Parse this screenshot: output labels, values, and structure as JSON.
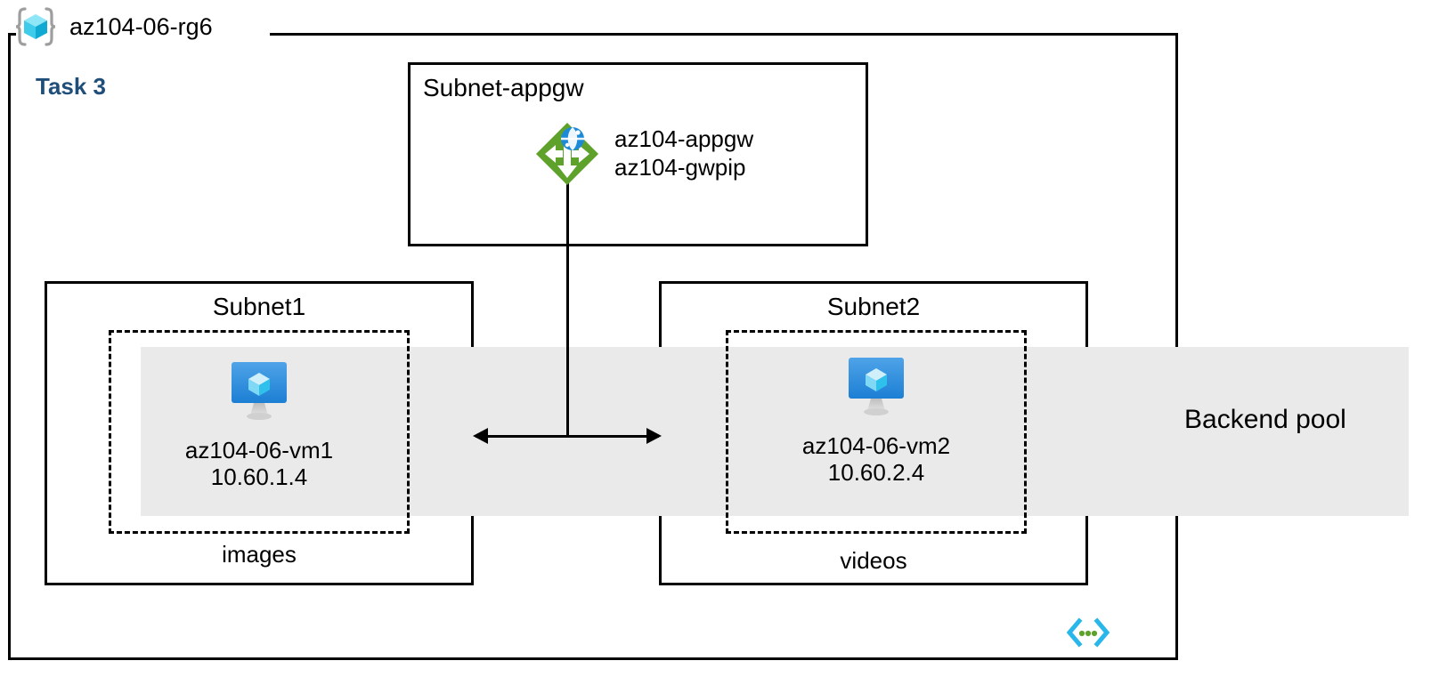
{
  "diagram": {
    "resource_group": {
      "name": "az104-06-rg6",
      "icon": "resource-group-icon"
    },
    "task_label": "Task 3",
    "accent_colors": {
      "task_text": "#1F4E79",
      "backend_band": "#EAEAEA",
      "appgw_diamond": "#5EA22B",
      "vm_monitor": "#2A8CE0",
      "rg_cube": "#52D4F0",
      "code_icon_brackets": "#29B6EA",
      "code_icon_dots": "#5EA22B",
      "stroke": "#000000"
    },
    "backend_pool": {
      "label": "Backend pool"
    },
    "subnets": [
      {
        "title": "Subnet-appgw",
        "title_align": "left",
        "footer": "",
        "resources": [
          {
            "icon": "application-gateway-icon",
            "lines": [
              "az104-appgw",
              "az104-gwpip"
            ]
          }
        ]
      },
      {
        "title": "Subnet1",
        "title_align": "center",
        "footer": "images",
        "resources": [
          {
            "icon": "virtual-machine-icon",
            "lines": [
              "az104-06-vm1",
              "10.60.1.4"
            ]
          }
        ]
      },
      {
        "title": "Subnet2",
        "title_align": "center",
        "footer": "videos",
        "resources": [
          {
            "icon": "virtual-machine-icon",
            "lines": [
              "az104-06-vm2",
              "10.60.2.4"
            ]
          }
        ]
      }
    ],
    "connectors": [
      {
        "name": "appgw-to-backend-connector",
        "style": "double-arrow",
        "from": "az104-appgw",
        "to": [
          "az104-06-vm1",
          "az104-06-vm2"
        ]
      }
    ],
    "footer_icon": "code-brackets-icon"
  }
}
